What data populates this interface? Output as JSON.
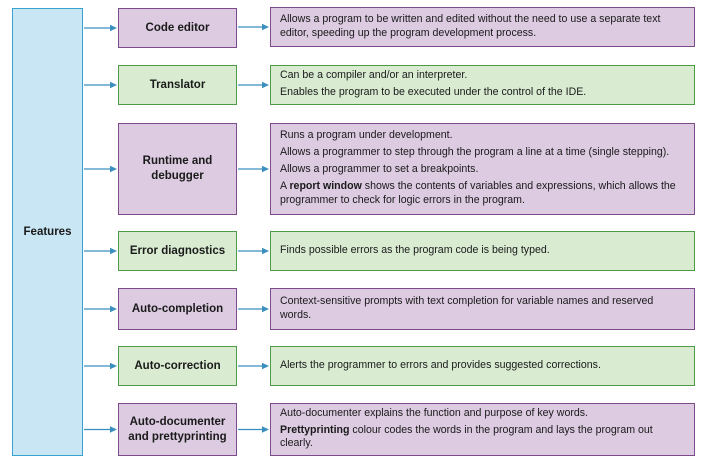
{
  "root": {
    "label": "Features"
  },
  "colors": {
    "root_fill": "#c9e6f4",
    "root_border": "#3aa0cf",
    "purple_fill": "#dccbe1",
    "purple_border": "#7d4a8a",
    "green_fill": "#d9ecd2",
    "green_border": "#4f9a48",
    "arrow": "#3a8fbf"
  },
  "features": [
    {
      "name": "Code editor",
      "color": "purple",
      "lines": [
        {
          "text": "Allows a program to be written and edited without the need to use a separate text editor, speeding up the program development process."
        }
      ]
    },
    {
      "name": "Translator",
      "color": "green",
      "lines": [
        {
          "text": "Can be a compiler and/or an interpreter."
        },
        {
          "text": "Enables the program to be executed under the control of the IDE."
        }
      ]
    },
    {
      "name": "Runtime and debugger",
      "color": "purple",
      "lines": [
        {
          "text": "Runs a program under development."
        },
        {
          "text": "Allows a programmer to step through the program a line at a time (single stepping)."
        },
        {
          "text": "Allows a programmer to set a breakpoints."
        },
        {
          "bold": "report window",
          "before": "A ",
          "after": " shows the contents of variables and expressions, which allows the programmer to check for logic errors in the program."
        }
      ]
    },
    {
      "name": "Error diagnostics",
      "color": "green",
      "lines": [
        {
          "text": "Finds possible errors as the program code is being typed."
        }
      ]
    },
    {
      "name": "Auto-completion",
      "color": "purple",
      "lines": [
        {
          "text": "Context-sensitive prompts with text completion for variable names and reserved words."
        }
      ]
    },
    {
      "name": "Auto-correction",
      "color": "green",
      "lines": [
        {
          "text": "Alerts the programmer to errors and provides suggested corrections."
        }
      ]
    },
    {
      "name": "Auto-documenter and prettyprinting",
      "color": "purple",
      "lines": [
        {
          "text": "Auto-documenter explains the function and purpose of key words."
        },
        {
          "bold": "Prettyprinting",
          "before": "",
          "after": " colour codes the words in the program and lays the program out clearly."
        }
      ]
    }
  ]
}
